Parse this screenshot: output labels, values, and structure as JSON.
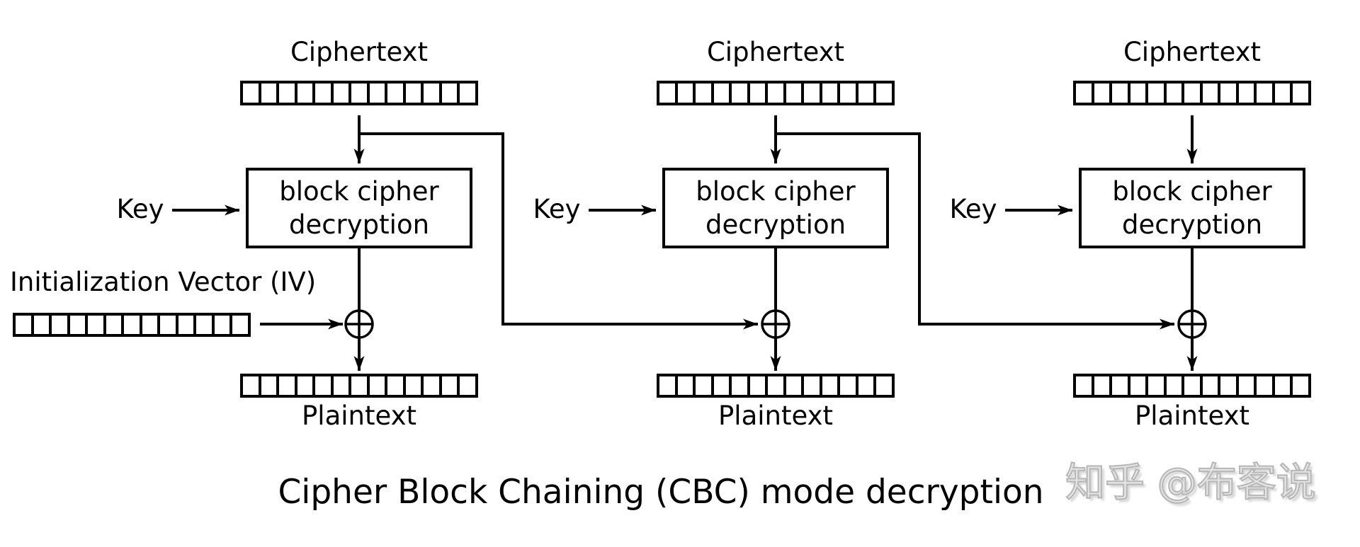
{
  "diagram": {
    "caption": "Cipher Block Chaining (CBC) mode decryption",
    "watermark": "知乎 @布客说",
    "iv": {
      "label": "Initialization Vector (IV)"
    },
    "block_cells": 13,
    "xor_symbol": "⊕",
    "colors": {
      "line": "#000000",
      "background": "#ffffff",
      "watermark": "#b9b9b9"
    },
    "columns": [
      {
        "top_label": "Ciphertext",
        "key_label": "Key",
        "box_line1": "block cipher",
        "box_line2": "decryption",
        "bottom_label": "Plaintext"
      },
      {
        "top_label": "Ciphertext",
        "key_label": "Key",
        "box_line1": "block cipher",
        "box_line2": "decryption",
        "bottom_label": "Plaintext"
      },
      {
        "top_label": "Ciphertext",
        "key_label": "Key",
        "box_line1": "block cipher",
        "box_line2": "decryption",
        "bottom_label": "Plaintext"
      }
    ]
  }
}
